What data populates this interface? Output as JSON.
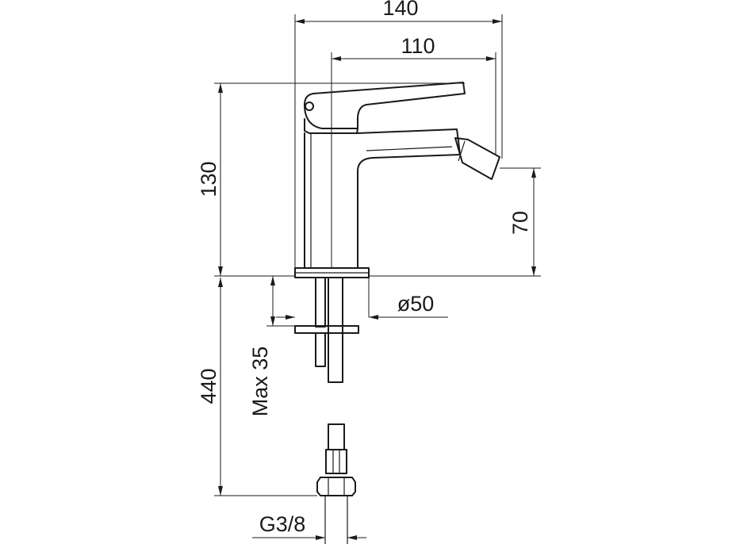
{
  "dimensions": {
    "width_overall": "140",
    "spout_reach": "110",
    "height_total": "130",
    "outlet_height": "70",
    "base_diameter": "ø50",
    "max_thickness": "Max 35",
    "hose_length": "440",
    "thread": "G3/8"
  }
}
